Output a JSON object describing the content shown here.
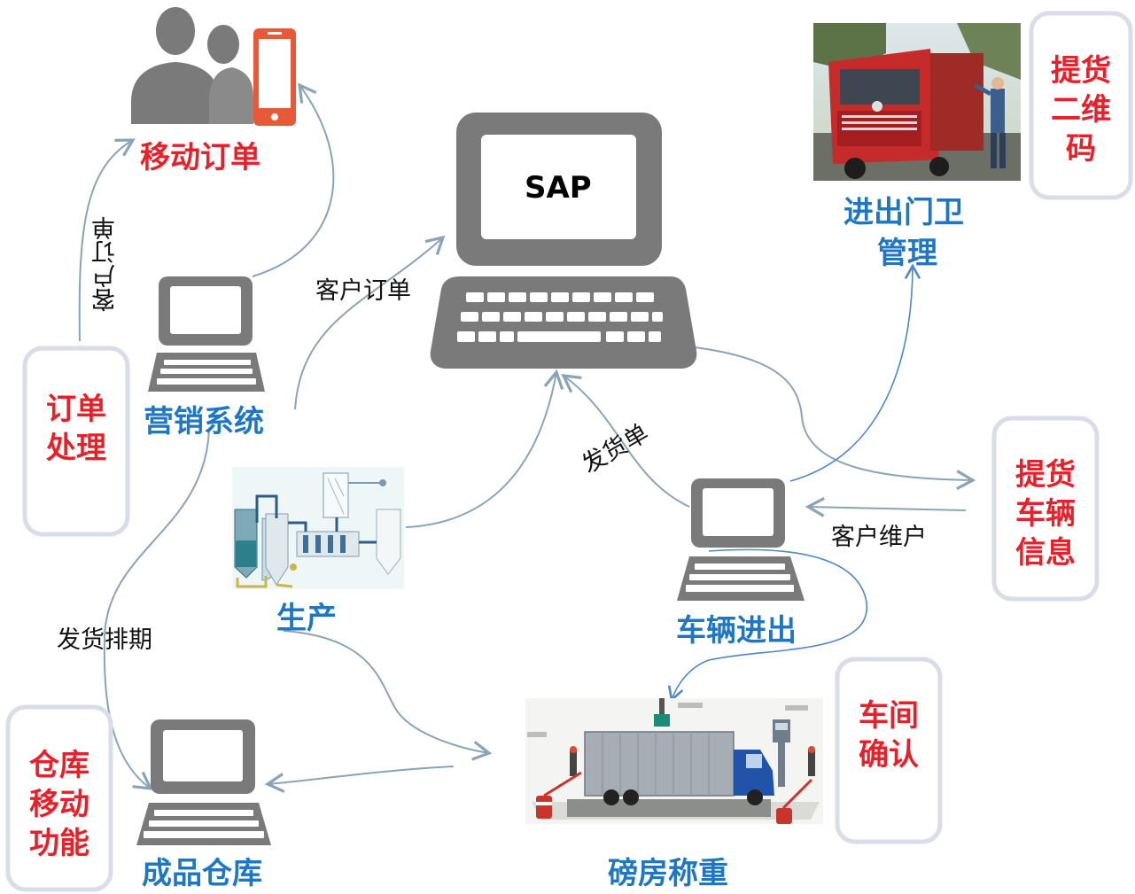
{
  "colors": {
    "node_label": "#1f77c4",
    "mobile_label": "#e8202a",
    "device": "#7a7a7a",
    "connector": "#8ba3b5",
    "connector_blue": "#4f86c6"
  },
  "sap": {
    "label": "SAP"
  },
  "nodes": {
    "mobile_order": "移动订单",
    "marketing": "营销系统",
    "production": "生产",
    "vehicle_io": "车辆进出",
    "gate_line1": "进出门卫",
    "gate_line2": "管理",
    "weighing": "磅房称重",
    "warehouse": "成品仓库"
  },
  "phones": {
    "order_processing": [
      "订单",
      "处理"
    ],
    "warehouse_mobile": [
      "仓库",
      "移动",
      "功能"
    ],
    "pickup_qr": [
      "提货",
      "二维",
      "码"
    ],
    "pickup_vehicle": [
      "提货",
      "车辆",
      "信息"
    ],
    "workshop_confirm": [
      "车间",
      "确认"
    ]
  },
  "edge_labels": {
    "customer_order_vertical": "客户订单",
    "customer_order": "客户订单",
    "delivery_note": "发货单",
    "customer_maintain": "客户维户",
    "delivery_schedule": "发货排期"
  },
  "icons": [
    "users-icon",
    "smartphone-icon",
    "computer-icon",
    "truck-photo",
    "factory-pipeline-illustration",
    "weighbridge-illustration"
  ]
}
